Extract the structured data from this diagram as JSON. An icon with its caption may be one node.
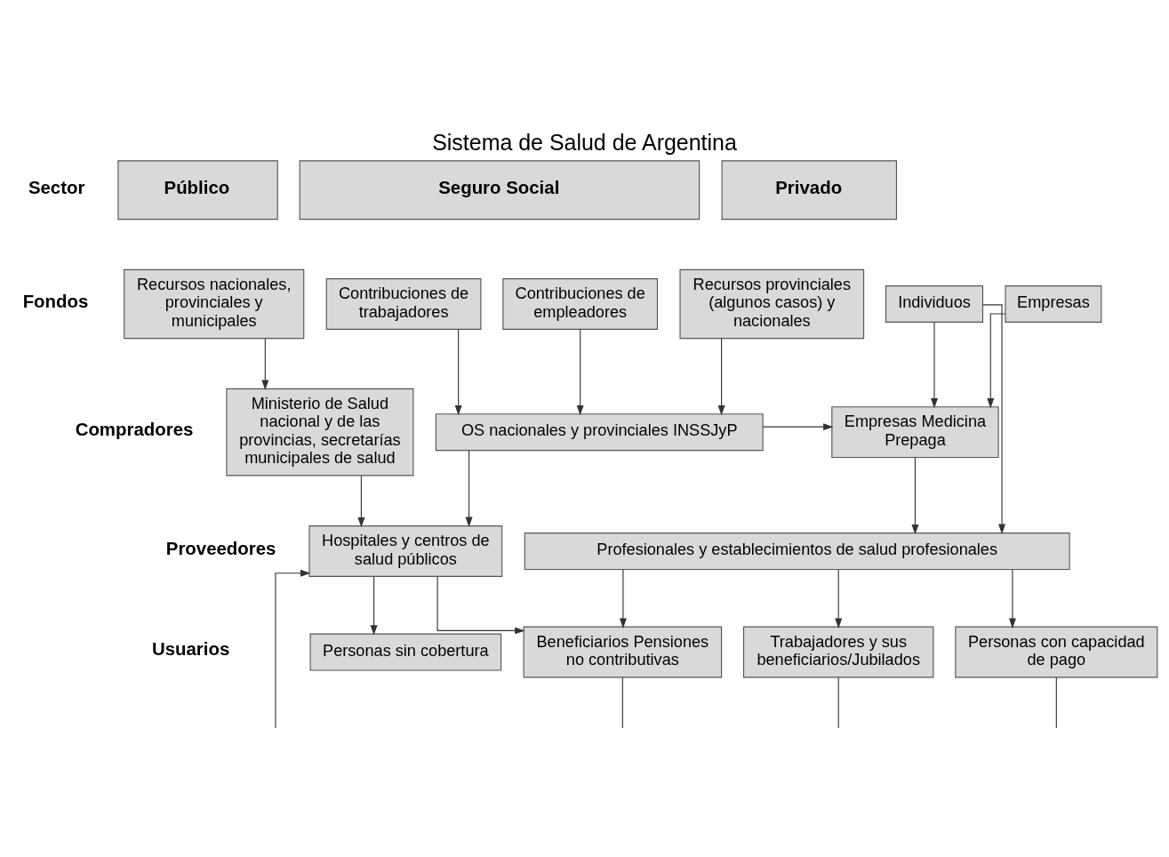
{
  "diagram": {
    "title": "Sistema de Salud de Argentina",
    "nodes": [
      {
        "text": [
          "Público"
        ]
      },
      {
        "text": [
          "Seguro Social"
        ]
      },
      {
        "text": [
          "Privado"
        ]
      },
      {
        "text": [
          "Recursos nacionales, provinciales y municipales"
        ]
      },
      {
        "text": [
          "Contribuciones de trabajadores"
        ]
      },
      {
        "text": [
          "Contribuciones de empleadores"
        ]
      },
      {
        "text": [
          "Recursos provinciales (algunos casos) y nacionales"
        ]
      },
      {
        "text": [
          "Individuos"
        ]
      },
      {
        "text": [
          "Empresas"
        ]
      },
      {
        "text": [
          "Ministerio de Salud nacional y de las provincias, secretarías municipales de salud"
        ]
      },
      {
        "text": [
          "OS nacionales y provinciales INSSJyP"
        ]
      },
      {
        "text": [
          "Empresas Medicina Prepaga"
        ]
      },
      {
        "text": [
          "Hospitales y centros de salud públicos"
        ]
      },
      {
        "text": [
          "Profesionales y establecimientos de salud profesionales"
        ]
      },
      {
        "text": [
          "Personas sin cobertura"
        ]
      },
      {
        "text": [
          "Beneficiarios Pensiones no contributivas"
        ]
      },
      {
        "text": [
          "Trabajadores y sus beneficiarios/Jubilados"
        ]
      },
      {
        "text": [
          "Personas con capacidad de pago"
        ]
      }
    ],
    "edges": [
      {
        "from": 3,
        "to": 9,
        "arrow": "to"
      },
      {
        "from": 4,
        "to": 10,
        "arrow": "to"
      },
      {
        "from": 5,
        "to": 10,
        "arrow": "to"
      },
      {
        "from": 6,
        "to": 10,
        "arrow": "to"
      },
      {
        "from": 7,
        "to": 11,
        "arrow": "to"
      },
      {
        "from": 8,
        "to": 11,
        "arrow": "to"
      },
      {
        "from": 10,
        "to": 11,
        "arrow": "to"
      },
      {
        "from": 9,
        "to": 12,
        "arrow": "to"
      },
      {
        "from": 10,
        "to": 12,
        "arrow": "to"
      },
      {
        "from": 7,
        "to": 13,
        "arrow": "to"
      },
      {
        "from": 11,
        "to": 13,
        "arrow": "to"
      },
      {
        "from": 12,
        "to": 14,
        "arrow": "to"
      },
      {
        "from": 12,
        "to": 15,
        "arrow": "to"
      },
      {
        "from": 13,
        "to": 15,
        "arrow": "to"
      },
      {
        "from": 13,
        "to": 16,
        "arrow": "to"
      },
      {
        "from": 13,
        "to": 17,
        "arrow": "to"
      },
      {
        "from": null,
        "to": 12,
        "arrow": "to"
      },
      {
        "from": 15,
        "to": null,
        "arrow": "none"
      },
      {
        "from": 16,
        "to": null,
        "arrow": "none"
      },
      {
        "from": 17,
        "to": null,
        "arrow": "none"
      }
    ],
    "labels": [
      "Sector",
      "Fondos",
      "Compradores",
      "Proveedores",
      "Usuarios"
    ]
  }
}
